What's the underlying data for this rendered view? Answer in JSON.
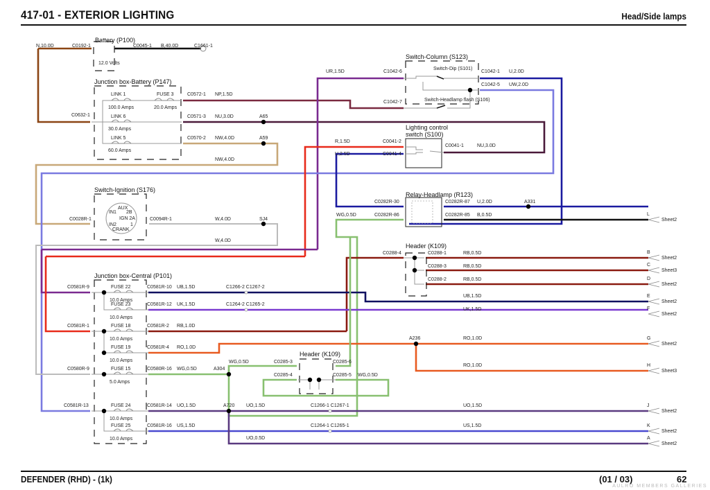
{
  "header": {
    "title": "417-01 - EXTERIOR LIGHTING",
    "subtitle": "Head/Side lamps"
  },
  "footer": {
    "model": "DEFENDER  (RHD) - (1k)",
    "page_of": "(01 / 03)",
    "page_number": "62",
    "watermark": "AULRO MEMBERS GALLERIES"
  },
  "colors": {
    "N": "#8B4513",
    "B": "#111111",
    "NP": "#7a2a40",
    "NU": "#4a1a3a",
    "NW": "#c8a878",
    "W": "#bbbbbb",
    "UR": "#7a2a90",
    "U": "#1a1aa0",
    "UW": "#7a7ae0",
    "R": "#e82a1a",
    "RB": "#8a1a10",
    "UB": "#101060",
    "UK": "#7a3ad0",
    "RO": "#e85a20",
    "WG": "#88c070",
    "UO": "#5a3a80",
    "US": "#4a4ad0"
  },
  "components": {
    "battery": {
      "name": "Battery (P100)",
      "volts": "12.0 Volts",
      "in_conn": "C0192-1",
      "in_wire": "N,10.0D",
      "out_conn": "C0045-1",
      "out_wire": "B,40.0D",
      "ground": "C1661-1"
    },
    "jb_battery": {
      "name": "Junction box-Battery (P147)",
      "in_conn": "C0632-1",
      "items": [
        {
          "link": "LINK 1",
          "rating": "100.0 Amps",
          "fuse": "FUSE 3",
          "fuse_rating": "20.0 Amps",
          "conn": "C0572-1",
          "wire": "NP,1.5D"
        },
        {
          "link": "LINK 6",
          "rating": "30.0 Amps",
          "conn": "C0571-3",
          "wire": "NU,3.0D",
          "splice": "A65"
        },
        {
          "link": "LINK 5",
          "rating": "60.0 Amps",
          "conn": "C0570-2",
          "wire": "NW,4.0D",
          "splice": "A59",
          "wire2": "NW,4.0D"
        }
      ]
    },
    "switch_column": {
      "name": "Switch-Column (S123)",
      "dip": "Switch-Dip (S101)",
      "flash": "Switch-Headlamp flash (S106)",
      "c6": "C1042-6",
      "c6_wire": "UR,1.5D",
      "c7": "C1042-7",
      "c1": "C1042-1",
      "c1_wire": "U,2.0D",
      "c5": "C1042-5",
      "c5_wire": "UW,2.0D"
    },
    "lighting_switch": {
      "name1": "Lighting control",
      "name2": "switch (S100)",
      "c2": "C0041-2",
      "c2_wire": "R,1.5D",
      "c4": "C0041-4",
      "c4_wire": "U,2.5D",
      "c1": "C0041-1",
      "c1_wire": "NU,3.0D"
    },
    "ignition": {
      "name": "Switch-Ignition (S176)",
      "in_conn": "C0028R-1",
      "out_conn": "C0094R-1",
      "wire": "W,4.0D",
      "splice": "SJ4",
      "wire2": "W,4.0D",
      "pins": {
        "aux": "AUX",
        "in1": "IN1",
        "b2": "2B",
        "ign": "IGN 2A",
        "in2": "IN2",
        "one": "1",
        "crank": "CRANK"
      }
    },
    "relay": {
      "name": "Relay-Headlamp (R123)",
      "c30": "C0282R-30",
      "c86": "C0282R-86",
      "c86_wire": "WG,0.5D",
      "c87": "C0282R-87",
      "c87_wire": "U,2.0D",
      "splice": "A331",
      "c85": "C0282R-85",
      "c85_wire": "B,0.5D"
    },
    "header_k109_top": {
      "name": "Header (K109)",
      "c4": "C0288-4",
      "c1": "C0288-1",
      "c3": "C0288-3",
      "c2": "C0288-2",
      "wire": "RB,0.5D"
    },
    "jb_central": {
      "name": "Junction box-Central (P101)",
      "fuses": [
        {
          "in": "C0581R-9",
          "fuse": "FUSE 22",
          "rating": "10.0 Amps",
          "out": "C0581R-10",
          "wire": "UB,1.5D",
          "inline": "C1266-2 C1267-2"
        },
        {
          "fuse": "FUSE 23",
          "rating": "10.0 Amps",
          "out": "C0581R-12",
          "wire": "UK,1.5D",
          "inline": "C1264-2 C1265-2"
        },
        {
          "in": "C0581R-1",
          "fuse": "FUSE 18",
          "rating": "10.0 Amps",
          "out": "C0581R-2",
          "wire": "RB,1.0D"
        },
        {
          "fuse": "FUSE 19",
          "rating": "10.0 Amps",
          "out": "C0581R-4",
          "wire": "RO,1.0D"
        },
        {
          "in": "C0580R-9",
          "fuse": "FUSE 15",
          "rating": "5.0 Amps",
          "out": "C0580R-16",
          "wire": "WG,0.5D",
          "splice": "A304"
        },
        {
          "in": "C0581R-13",
          "fuse": "FUSE 24",
          "rating": "10.0 Amps",
          "out": "C0581R-14",
          "wire": "UO,1.5D",
          "splice": "A720",
          "wire2": "UO,1.5D",
          "inline": "C1266-1 C1267-1"
        },
        {
          "fuse": "FUSE 25",
          "rating": "10.0 Amps",
          "out": "C0581R-16",
          "wire": "US,1.5D",
          "inline": "C1264-1 C1265-1"
        }
      ],
      "extra_wire": "UO,0.5D"
    },
    "header_k109_bottom": {
      "name": "Header (K109)",
      "c3": "C0285-3",
      "c3_wire": "WG,0.5D",
      "c4": "C0285-4",
      "c6": "C0285-6",
      "c5": "C0285-5",
      "c5_wire": "WG,0.5D"
    },
    "splice_a236": "A236",
    "ro_wire1": "RO,1.0D",
    "ro_wire2": "RO,1.0D",
    "ub_wire": "UB,1.5D",
    "uk_wire": "UK,1.5D",
    "uo_wire": "UO,1.5D",
    "us_wire": "US,1.5D"
  },
  "sheet_refs": [
    {
      "letter": "L",
      "sheet": "Sheet2"
    },
    {
      "letter": "B",
      "sheet": "Sheet2"
    },
    {
      "letter": "C",
      "sheet": "Sheet3"
    },
    {
      "letter": "D",
      "sheet": "Sheet2"
    },
    {
      "letter": "E",
      "sheet": "Sheet2"
    },
    {
      "letter": "F",
      "sheet": "Sheet2"
    },
    {
      "letter": "G",
      "sheet": "Sheet2"
    },
    {
      "letter": "H",
      "sheet": "Sheet3"
    },
    {
      "letter": "J",
      "sheet": "Sheet2"
    },
    {
      "letter": "K",
      "sheet": "Sheet2"
    },
    {
      "letter": "A",
      "sheet": "Sheet2"
    }
  ]
}
